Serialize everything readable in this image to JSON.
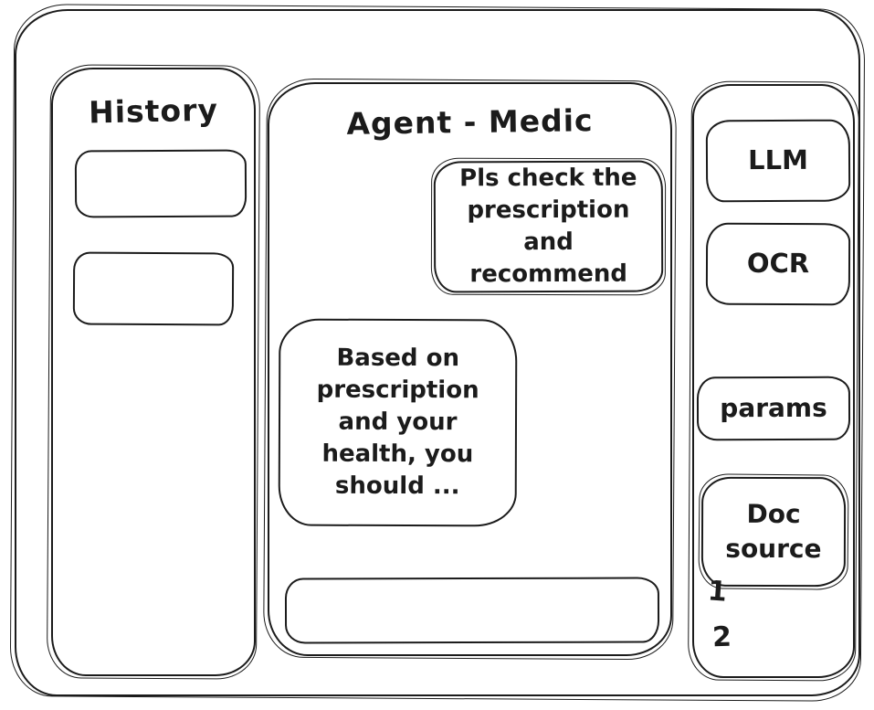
{
  "sidebar_left": {
    "title": "History",
    "items": [
      {
        "label": ""
      },
      {
        "label": ""
      }
    ]
  },
  "main": {
    "title": "Agent - Medic",
    "messages": [
      {
        "role": "user",
        "text": "Pls check the prescription and recommend"
      },
      {
        "role": "assistant",
        "text": "Based on prescription and your health, you should ..."
      }
    ],
    "composer": {
      "value": "",
      "placeholder": ""
    }
  },
  "sidebar_right": {
    "buttons": [
      {
        "label": "LLM"
      },
      {
        "label": "OCR"
      },
      {
        "label": "params"
      },
      {
        "label": "Doc source"
      }
    ],
    "doc_items": [
      {
        "label": "1"
      },
      {
        "label": "2"
      }
    ]
  },
  "colors": {
    "ink": "#1b1b1b",
    "background": "#ffffff"
  }
}
